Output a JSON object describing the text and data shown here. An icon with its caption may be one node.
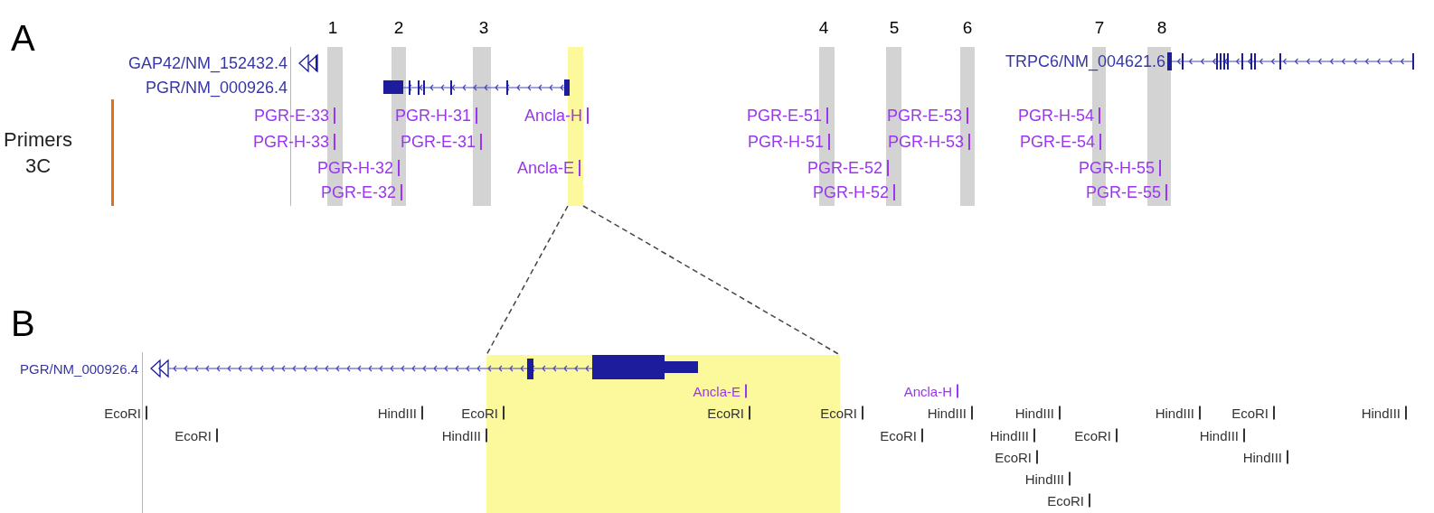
{
  "diagram": {
    "nodes": [
      {
        "text": [],
        "shape": "bar"
      },
      {
        "text": [],
        "shape": "bar"
      }
    ],
    "edges": [
      {
        "from": 0,
        "to": 1,
        "arrow": "none",
        "style": "dashed"
      },
      {
        "from": 0,
        "to": 1,
        "arrow": "none",
        "style": "dashed"
      }
    ],
    "labels": [
      "A",
      "1",
      "2",
      "3",
      "4",
      "5",
      "6",
      "7",
      "8",
      "GAP42/NM_152432.4",
      "PGR/NM_000926.4",
      "TRPC6/NM_004621.6",
      "Primers 3C",
      "PGR-E-33",
      "PGR-H-31",
      "Ancla-H",
      "PGR-E-51",
      "PGR-E-53",
      "PGR-H-54",
      "PGR-H-33",
      "PGR-E-31",
      "PGR-H-51",
      "PGR-H-53",
      "PGR-E-54",
      "PGR-H-32",
      "Ancla-E",
      "PGR-E-52",
      "PGR-H-55",
      "PGR-E-32",
      "PGR-H-52",
      "PGR-E-55",
      "B",
      "PGR/NM_000926.4",
      "Ancla-E",
      "Ancla-H",
      "EcoRI",
      "HindIII",
      "EcoRI",
      "EcoRI",
      "EcoRI",
      "HindIII",
      "HindIII",
      "HindIII",
      "EcoRI",
      "HindIII",
      "EcoRI",
      "HindIII",
      "EcoRI",
      "HindIII",
      "EcoRI",
      "HindIII",
      "EcoRI",
      "HindIII",
      "HindIII",
      "EcoRI"
    ]
  }
}
